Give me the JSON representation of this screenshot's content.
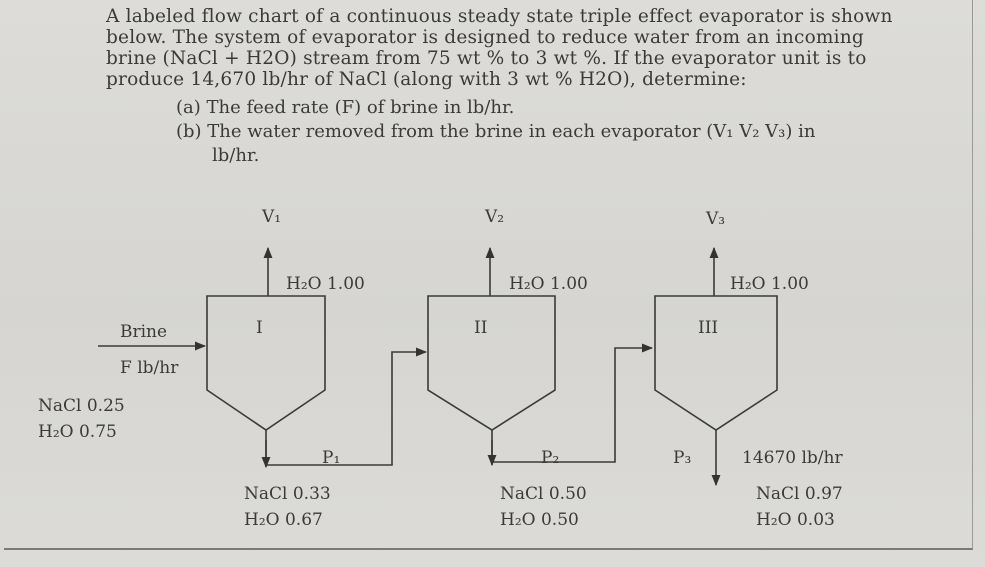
{
  "problem": {
    "lines": [
      "A labeled flow chart of a continuous steady state triple effect evaporator is shown",
      "below. The system of evaporator is designed to reduce water from an incoming",
      "brine (NaCl + H2O) stream from 75 wt % to 3 wt %. If the evaporator unit is to",
      "produce 14,670 lb/hr of NaCl (along with 3 wt % H2O), determine:"
    ],
    "part_a": "(a) The feed rate (F) of brine in lb/hr.",
    "part_b_1": "(b) The water removed from the brine in each evaporator (V₁ V₂ V₃) in",
    "part_b_2": "lb/hr."
  },
  "feed": {
    "label": "Brine",
    "flow": "F lb/hr",
    "nacl": "NaCl  0.25",
    "h2o": "H₂O    0.75"
  },
  "evaporators": [
    {
      "numeral": "I",
      "vapor": "V₁",
      "vapor_comp": "H₂O  1.00",
      "product": "P₁",
      "nacl": "NaCl  0.33",
      "h2o": "H₂O   0.67"
    },
    {
      "numeral": "II",
      "vapor": "V₂",
      "vapor_comp": "H₂O  1.00",
      "product": "P₂",
      "nacl": "NaCl  0.50",
      "h2o": "H₂O    0.50"
    },
    {
      "numeral": "III",
      "vapor": "V₃",
      "vapor_comp": "H₂O  1.00",
      "product": "P₃",
      "flow": "14670 lb/hr",
      "nacl": "NaCl  0.97",
      "h2o": "H₂O   0.03"
    }
  ]
}
